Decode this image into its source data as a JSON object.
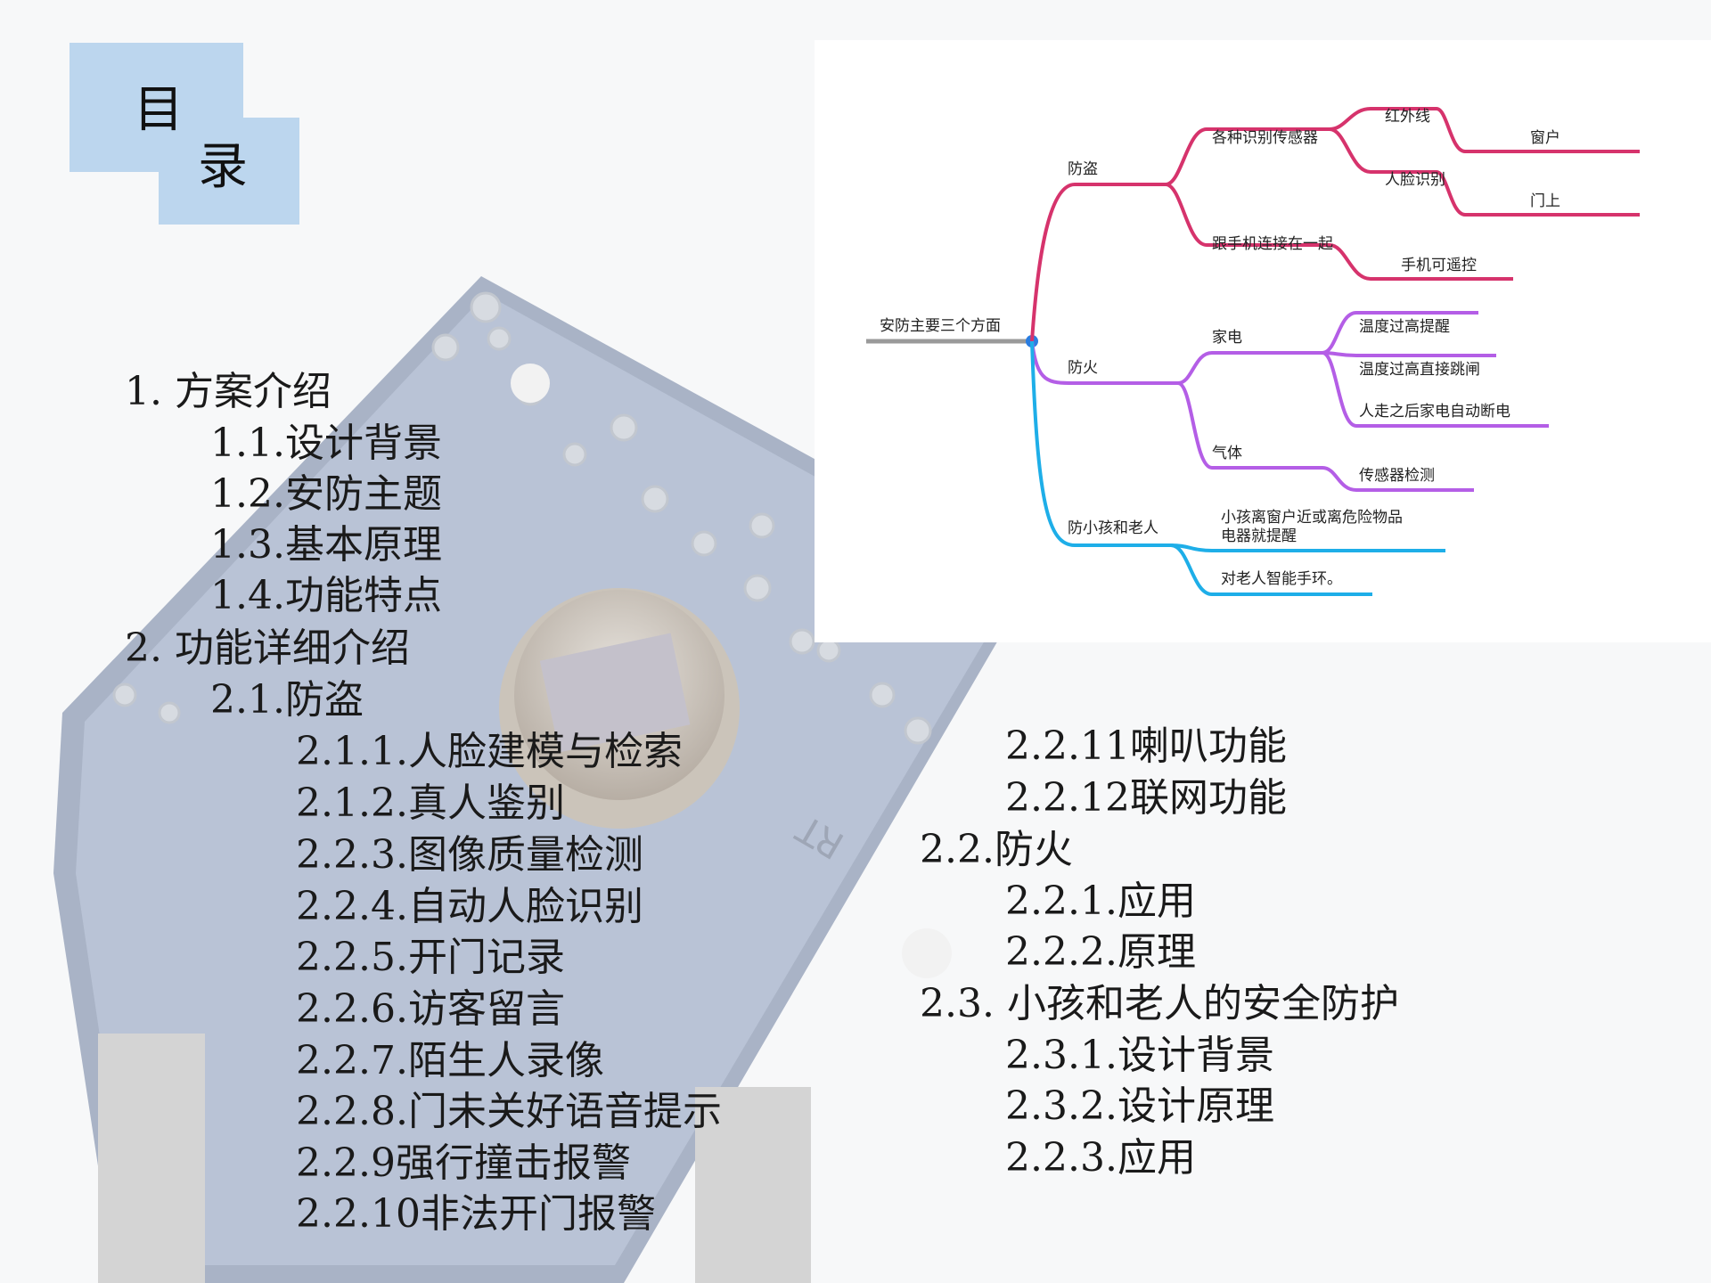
{
  "title": {
    "char1": "目",
    "char2": "录"
  },
  "mindmap": {
    "root": "安防主要三个方面",
    "theft": {
      "label": "防盗",
      "sensors": "各种识别传感器",
      "infrared": "红外线",
      "window": "窗户",
      "face": "人脸识别",
      "door": "门上",
      "phone": "跟手机连接在一起",
      "remote": "手机可遥控"
    },
    "fire": {
      "label": "防火",
      "appliance": "家电",
      "temp_alert": "温度过高提醒",
      "temp_trip": "温度过高直接跳闸",
      "auto_off": "人走之后家电自动断电",
      "gas": "气体",
      "gas_sensor": "传感器检测"
    },
    "kids": {
      "label": "防小孩和老人",
      "near_line1": "小孩离窗户近或离危险物品",
      "near_line2": "电器就提醒",
      "band": "对老人智能手环。"
    }
  },
  "toc": {
    "left": [
      "1.  方案介绍",
      "1.1.设计背景",
      "1.2.安防主题",
      "1.3.基本原理",
      "1.4.功能特点",
      "2.  功能详细介绍",
      "2.1.防盗",
      "2.1.1.人脸建模与检索",
      "2.1.2.真人鉴别",
      "2.2.3.图像质量检测",
      "2.2.4.自动人脸识别",
      "2.2.5.开门记录",
      "2.2.6.访客留言",
      "2.2.7.陌生人录像",
      "2.2.8.门未关好语音提示",
      "2.2.9强行撞击报警",
      "2.2.10非法开门报警"
    ],
    "right": [
      "2.2.11喇叭功能",
      "2.2.12联网功能",
      "2.2.防火",
      "2.2.1.应用",
      "2.2.2.原理",
      "2.3.  小孩和老人的安全防护",
      "2.3.1.设计背景",
      "2.3.2.设计原理",
      "2.2.3.应用"
    ]
  },
  "colors": {
    "theft_branch": "#d6336c",
    "fire_branch": "#b45ee6",
    "kids_branch": "#1eaee8",
    "root_line": "#9a9a9a",
    "title_block": "#bcd6ee"
  }
}
